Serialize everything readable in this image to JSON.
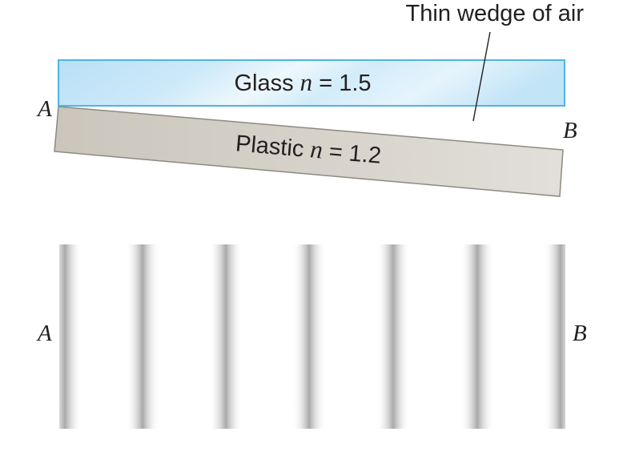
{
  "top_figure": {
    "wedge_label": "Thin wedge of air",
    "glass": {
      "label_prefix": "Glass ",
      "symbol": "n",
      "label_suffix": " = 1.5",
      "color": "#cfe9f8",
      "edge_color": "#4fb3e6"
    },
    "plastic": {
      "label_prefix": "Plastic ",
      "symbol": "n",
      "label_suffix": " = 1.2",
      "color": "#d3cfc7",
      "edge_color": "#8e8980"
    },
    "point_a": "A",
    "point_b": "B"
  },
  "fringe_pattern": {
    "point_a": "A",
    "point_b": "B",
    "dark_fringe_count": 7,
    "fringe_color": "#a9a9a9"
  }
}
